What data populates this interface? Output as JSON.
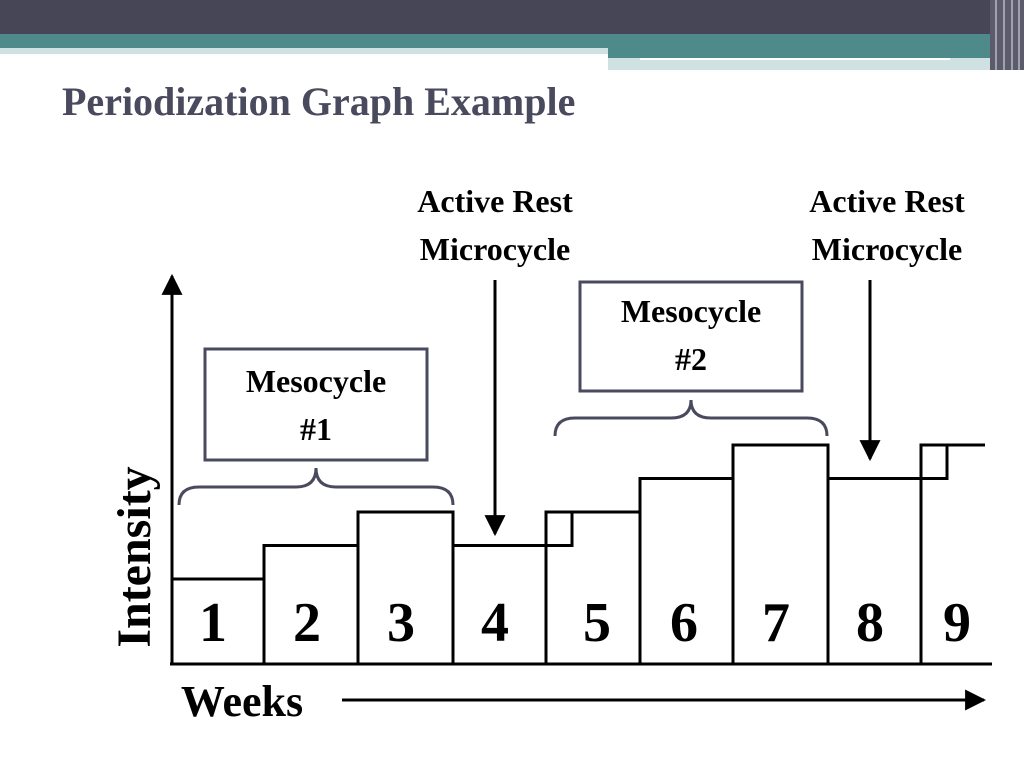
{
  "title": "Periodization Graph Example",
  "colors": {
    "banner_dark": "#464657",
    "banner_teal": "#4f8a8b",
    "banner_light": "#cfe1e1",
    "title": "#4a4a5e",
    "callout_border": "#4a4a5e",
    "brace": "#4a4a5e",
    "line": "#000000"
  },
  "chart_data": {
    "type": "bar",
    "xlabel": "Weeks",
    "ylabel": "Intensity",
    "categories": [
      "1",
      "2",
      "3",
      "4",
      "5",
      "6",
      "7",
      "8",
      "9"
    ],
    "values": [
      1,
      2,
      3,
      2,
      3,
      4,
      5,
      4,
      5
    ],
    "ylim": [
      0,
      6
    ],
    "grid": false
  },
  "callouts": {
    "mesocycle_1": {
      "line1": "Mesocycle",
      "line2": "#1"
    },
    "mesocycle_2": {
      "line1": "Mesocycle",
      "line2": "#2"
    },
    "active_rest_1": {
      "line1": "Active Rest",
      "line2": "Microcycle"
    },
    "active_rest_2": {
      "line1": "Active Rest",
      "line2": "Microcycle"
    }
  }
}
